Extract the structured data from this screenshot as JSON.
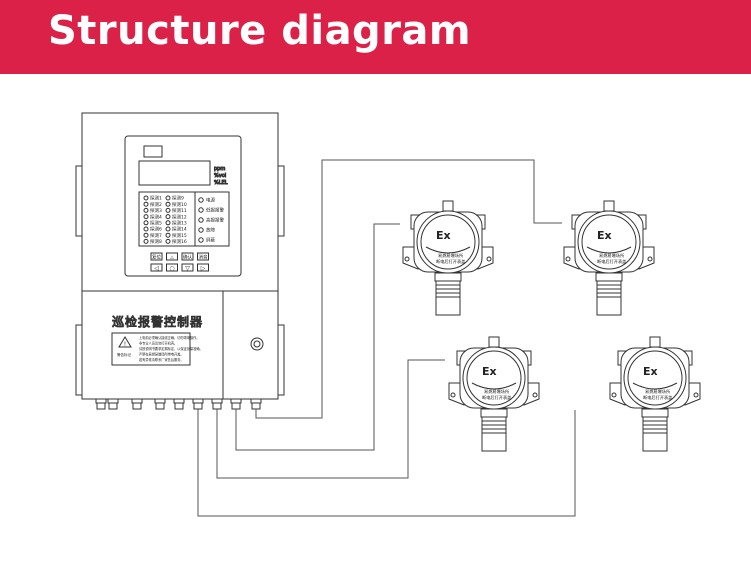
{
  "header": {
    "title": "Structure diagram",
    "background_color": "#dc2148",
    "text_color": "#ffffff"
  },
  "controller": {
    "display_units": [
      "ppm",
      "%vol",
      "%LEL"
    ],
    "channel_labels_left": [
      "探测1",
      "探测2",
      "探测3",
      "探测4",
      "探测5",
      "探测6",
      "探测7",
      "探测8"
    ],
    "channel_labels_right": [
      "探测9",
      "探测10",
      "探测11",
      "探测12",
      "探测13",
      "探测14",
      "探测15",
      "探测16"
    ],
    "status_labels": [
      "电源",
      "低报报警",
      "高报报警",
      "故障",
      "屏蔽"
    ],
    "buttons": [
      "复位",
      "△",
      "确认",
      "消音"
    ],
    "nav_icons": [
      "◁",
      "○",
      "▽",
      "▷"
    ],
    "product_label": "巡检报警控制器",
    "warning_caption": "警告标记",
    "warning_text": [
      "上电前必须确认接线正确，切勿带电操作。",
      "非专业人员请勿打开机壳。",
      "请按说明书要求定期标定，以保证测量准确。",
      "严禁在易燃易爆场所带电开盖。",
      "若有异常请联系厂家售后服务。"
    ]
  },
  "detector": {
    "ex_mark": "Ex",
    "warning_line1": "易燃易爆场所",
    "warning_line2": "断电后打开表盖"
  }
}
